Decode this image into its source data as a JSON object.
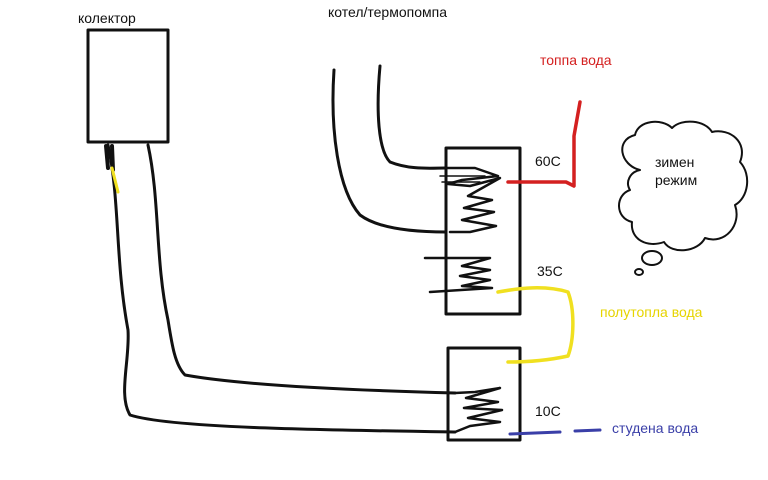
{
  "labels": {
    "collector": "колектор",
    "boiler": "котел/термопомпа",
    "hot_water": "топпа вода",
    "temp_top": "60С",
    "temp_mid": "35С",
    "warm_water": "полутопла вода",
    "temp_bottom": "10С",
    "cold_water": "студена вода",
    "thought_line1": "зимен",
    "thought_line2": "режим"
  },
  "colors": {
    "ink": "#111111",
    "hot": "#d42020",
    "warm": "#f0e020",
    "cold": "#3a3fa8",
    "background": "#ffffff"
  }
}
